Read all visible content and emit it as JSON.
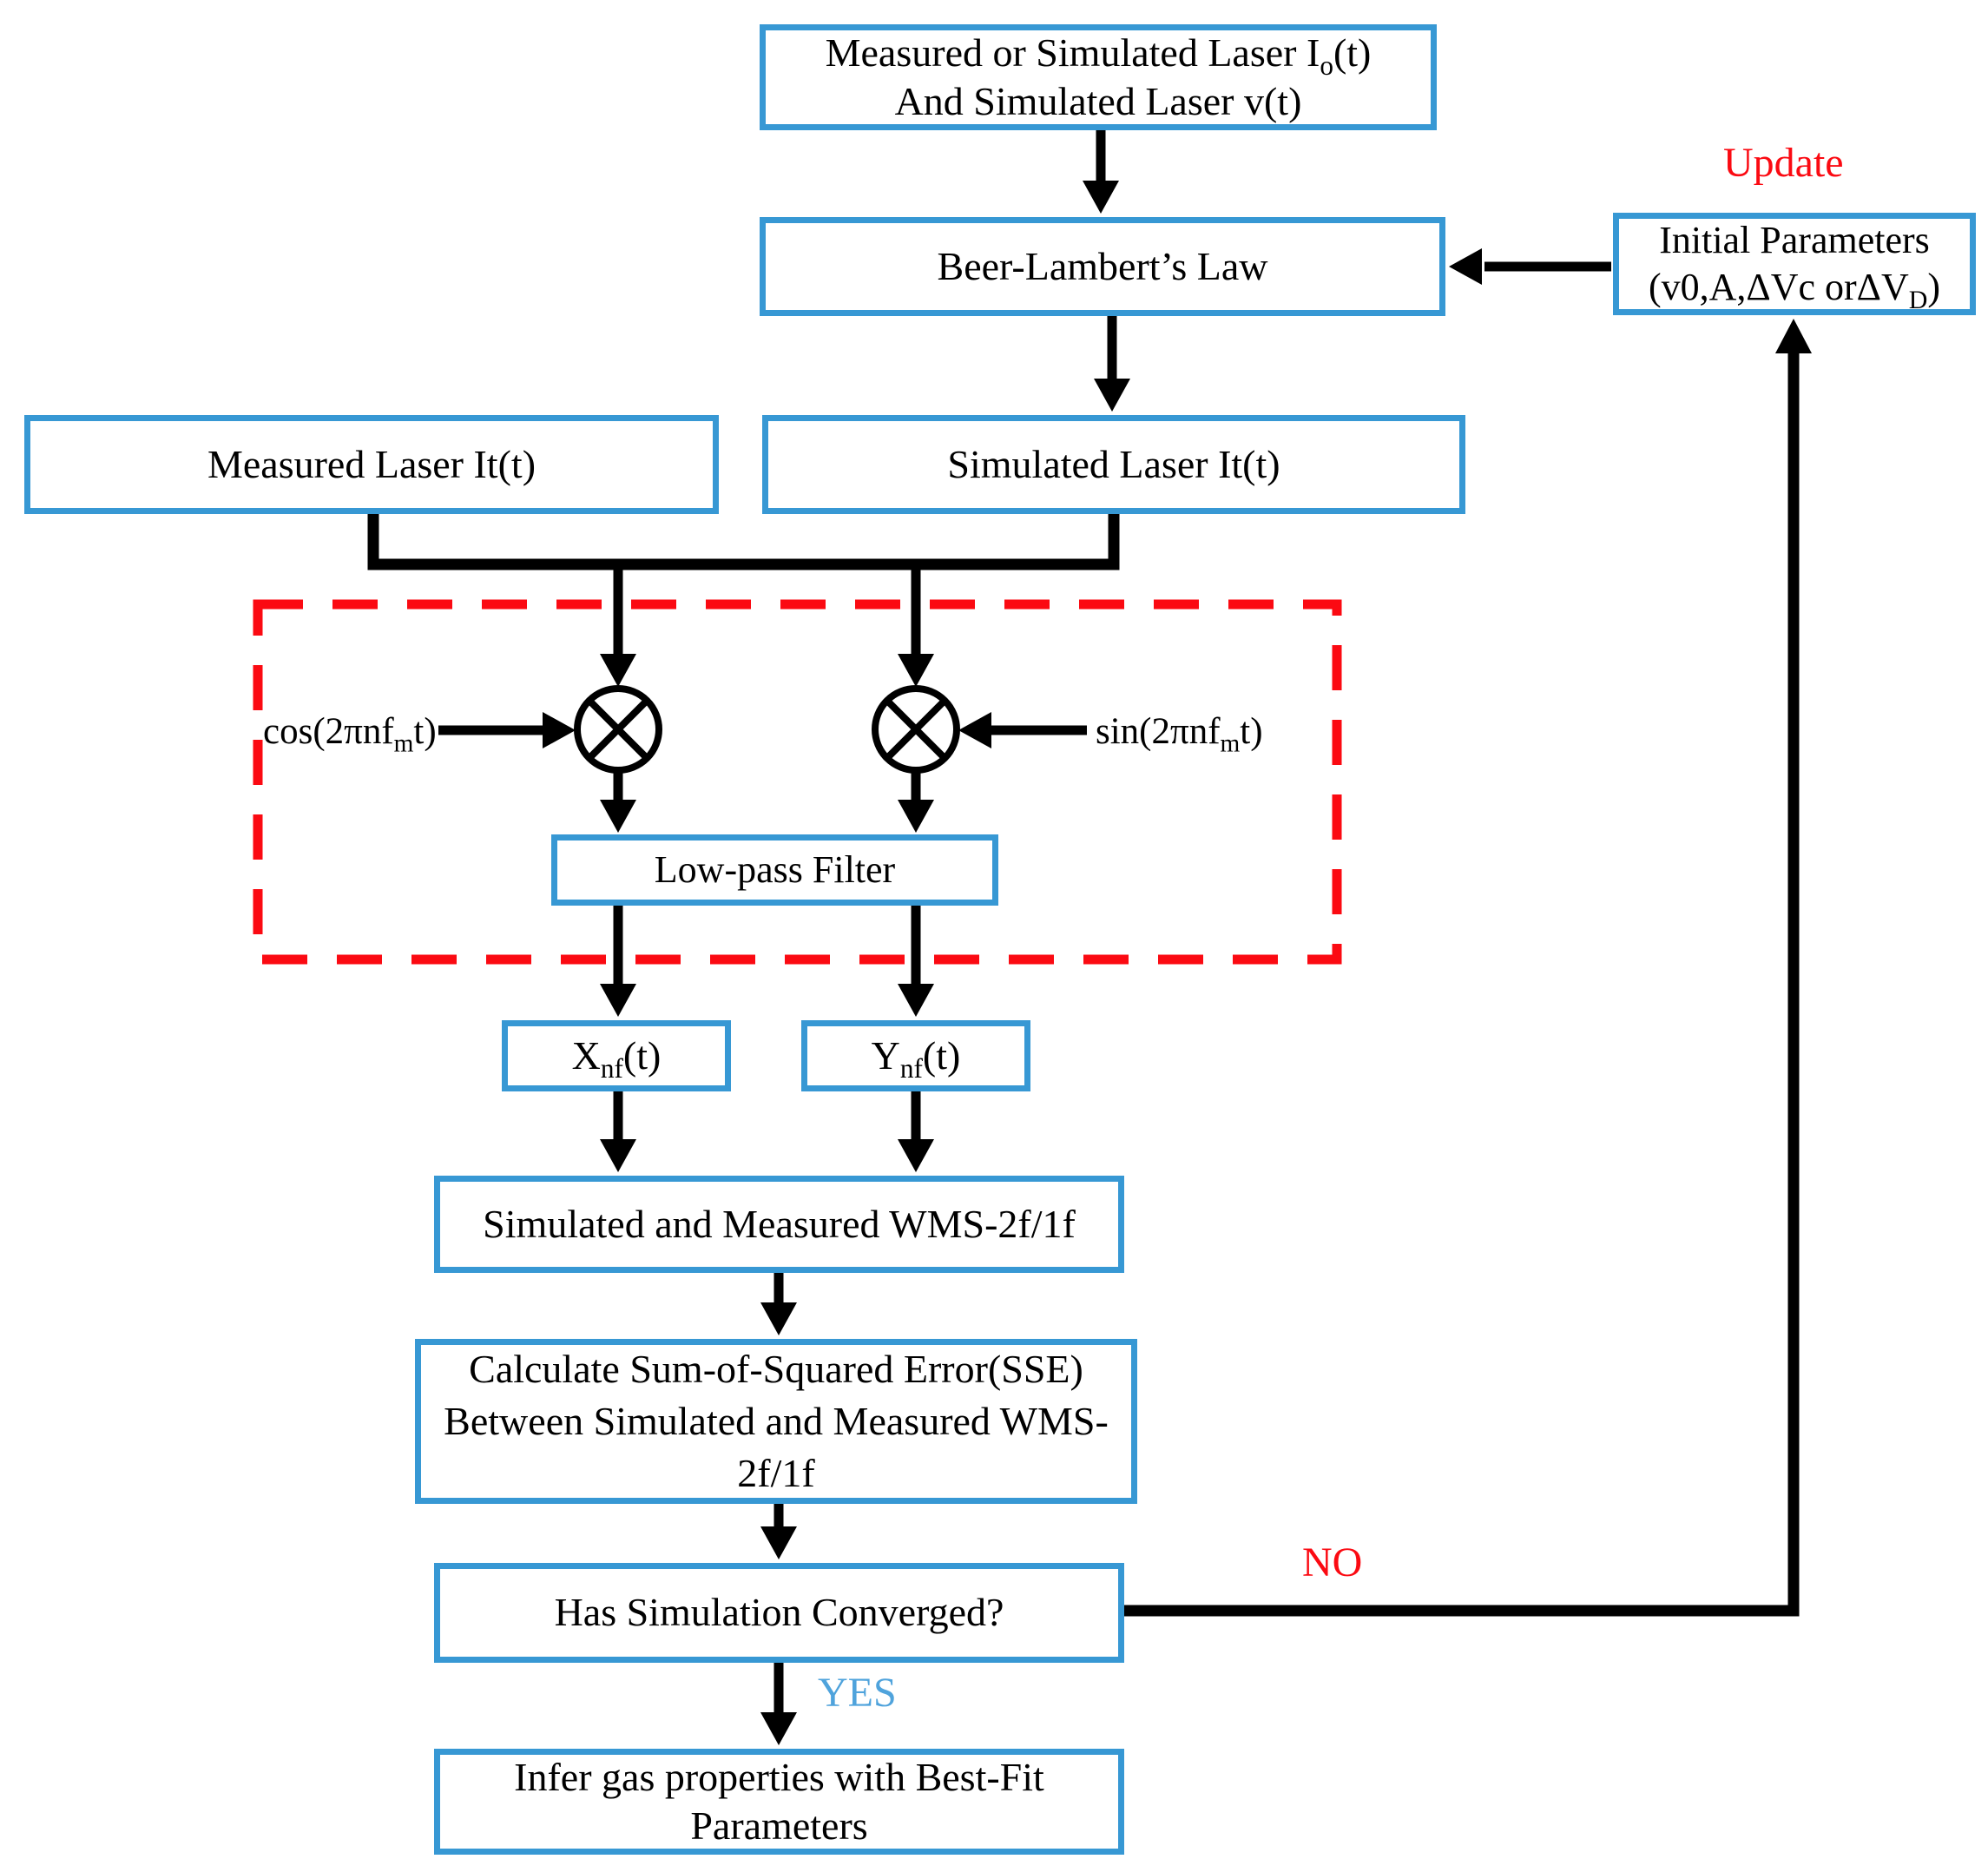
{
  "boxes": {
    "source": {
      "l1a": "Measured or Simulated Laser I",
      "l1sub": "o",
      "l1b": "(t)",
      "l2": "And Simulated Laser v(t)"
    },
    "beer": {
      "label": "Beer-Lambert’s Law"
    },
    "initial": {
      "l1": "Initial Parameters",
      "l2a": "(v0,A,ΔVc orΔV",
      "l2sub": "D",
      "l2b": ")"
    },
    "measured": {
      "label": "Measured Laser It(t)"
    },
    "simulated": {
      "label": "Simulated Laser It(t)"
    },
    "lpf": {
      "label": "Low-pass Filter"
    },
    "xnf": {
      "a": "X",
      "sub": "nf",
      "b": "(t)"
    },
    "ynf": {
      "a": "Y",
      "sub": "nf",
      "b": "(t)"
    },
    "wms": {
      "label": "Simulated and Measured WMS-2f/1f"
    },
    "sse": {
      "l1": "Calculate Sum-of-Squared Error(SSE)",
      "l2": "Between Simulated and Measured WMS-",
      "l3": "2f/1f"
    },
    "converged": {
      "label": "Has Simulation Converged?"
    },
    "infer": {
      "l1": "Infer gas properties with Best-Fit",
      "l2": "Parameters"
    }
  },
  "labels": {
    "update": "Update",
    "no": "NO",
    "yes": "YES",
    "cos": {
      "a": "cos(2πnf",
      "sub": "m",
      "b": "t)"
    },
    "sin": {
      "a": "sin(2πnf",
      "sub": "m",
      "b": "t)"
    }
  },
  "icons": {
    "multiplier_icon": "⊗"
  },
  "colors": {
    "box_border": "#3798d4",
    "red": "#fb0a12",
    "yes_blue": "#4fa3dc",
    "line": "#000000"
  }
}
